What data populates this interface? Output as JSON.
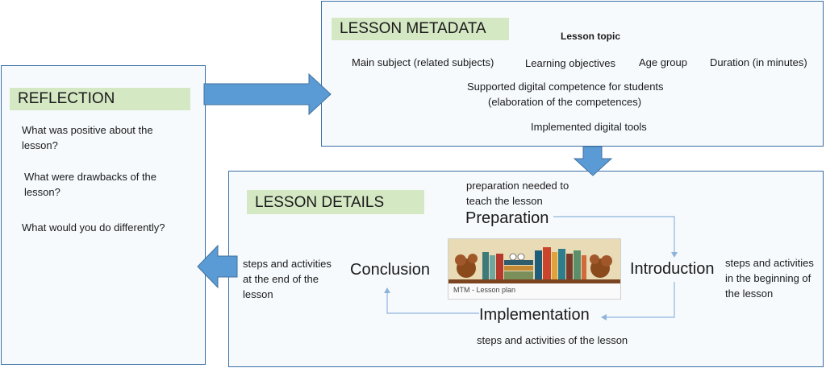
{
  "reflection": {
    "header": "REFLECTION",
    "questions": [
      "What was positive about the lesson?",
      "What were drawbacks of the lesson?",
      "What would you do differently?"
    ]
  },
  "metadata": {
    "header": "LESSON METADATA",
    "lesson_topic": "Lesson topic",
    "main_subject": "Main subject (related subjects)",
    "learning_objectives": "Learning objectives",
    "age_group": "Age group",
    "duration": "Duration (in minutes)",
    "competence": "Supported digital competence for students",
    "competence_detail": "(elaboration of the competences)",
    "tools": "Implemented digital tools"
  },
  "details": {
    "header": "LESSON DETAILS",
    "preparation": "Preparation",
    "preparation_note": "preparation needed to teach the lesson",
    "introduction": "Introduction",
    "introduction_note": "steps and activities in the beginning of the lesson",
    "implementation": "Implementation",
    "implementation_note": "steps and activities of the lesson",
    "conclusion": "Conclusion",
    "conclusion_note": "steps and activities at the end of the lesson",
    "image_caption": "MTM - Lesson plan"
  },
  "colors": {
    "arrow": "#5b9bd5",
    "header_bg": "#d5e8c4",
    "panel_border": "#3a6ea5"
  }
}
